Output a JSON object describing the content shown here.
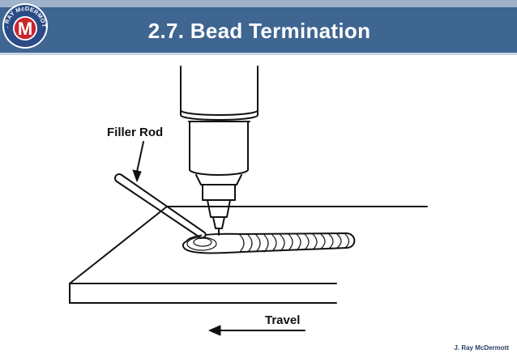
{
  "header": {
    "title": "2.7. Bead Termination"
  },
  "logo": {
    "ring_text": "J. RAY McDERMOTT",
    "letter": "M",
    "colors": {
      "ring": "#2b4b86",
      "center": "#c8262d",
      "letter": "#ffffff"
    }
  },
  "illustration": {
    "filler_rod_label": "Filler Rod",
    "travel_label": "Travel"
  },
  "footer": {
    "brand": "J. Ray McDermott"
  },
  "colors": {
    "header_bar": "#3f6591",
    "top_strip": "#9fb2c9",
    "title_text": "#ffffff",
    "line_art": "#111111"
  }
}
